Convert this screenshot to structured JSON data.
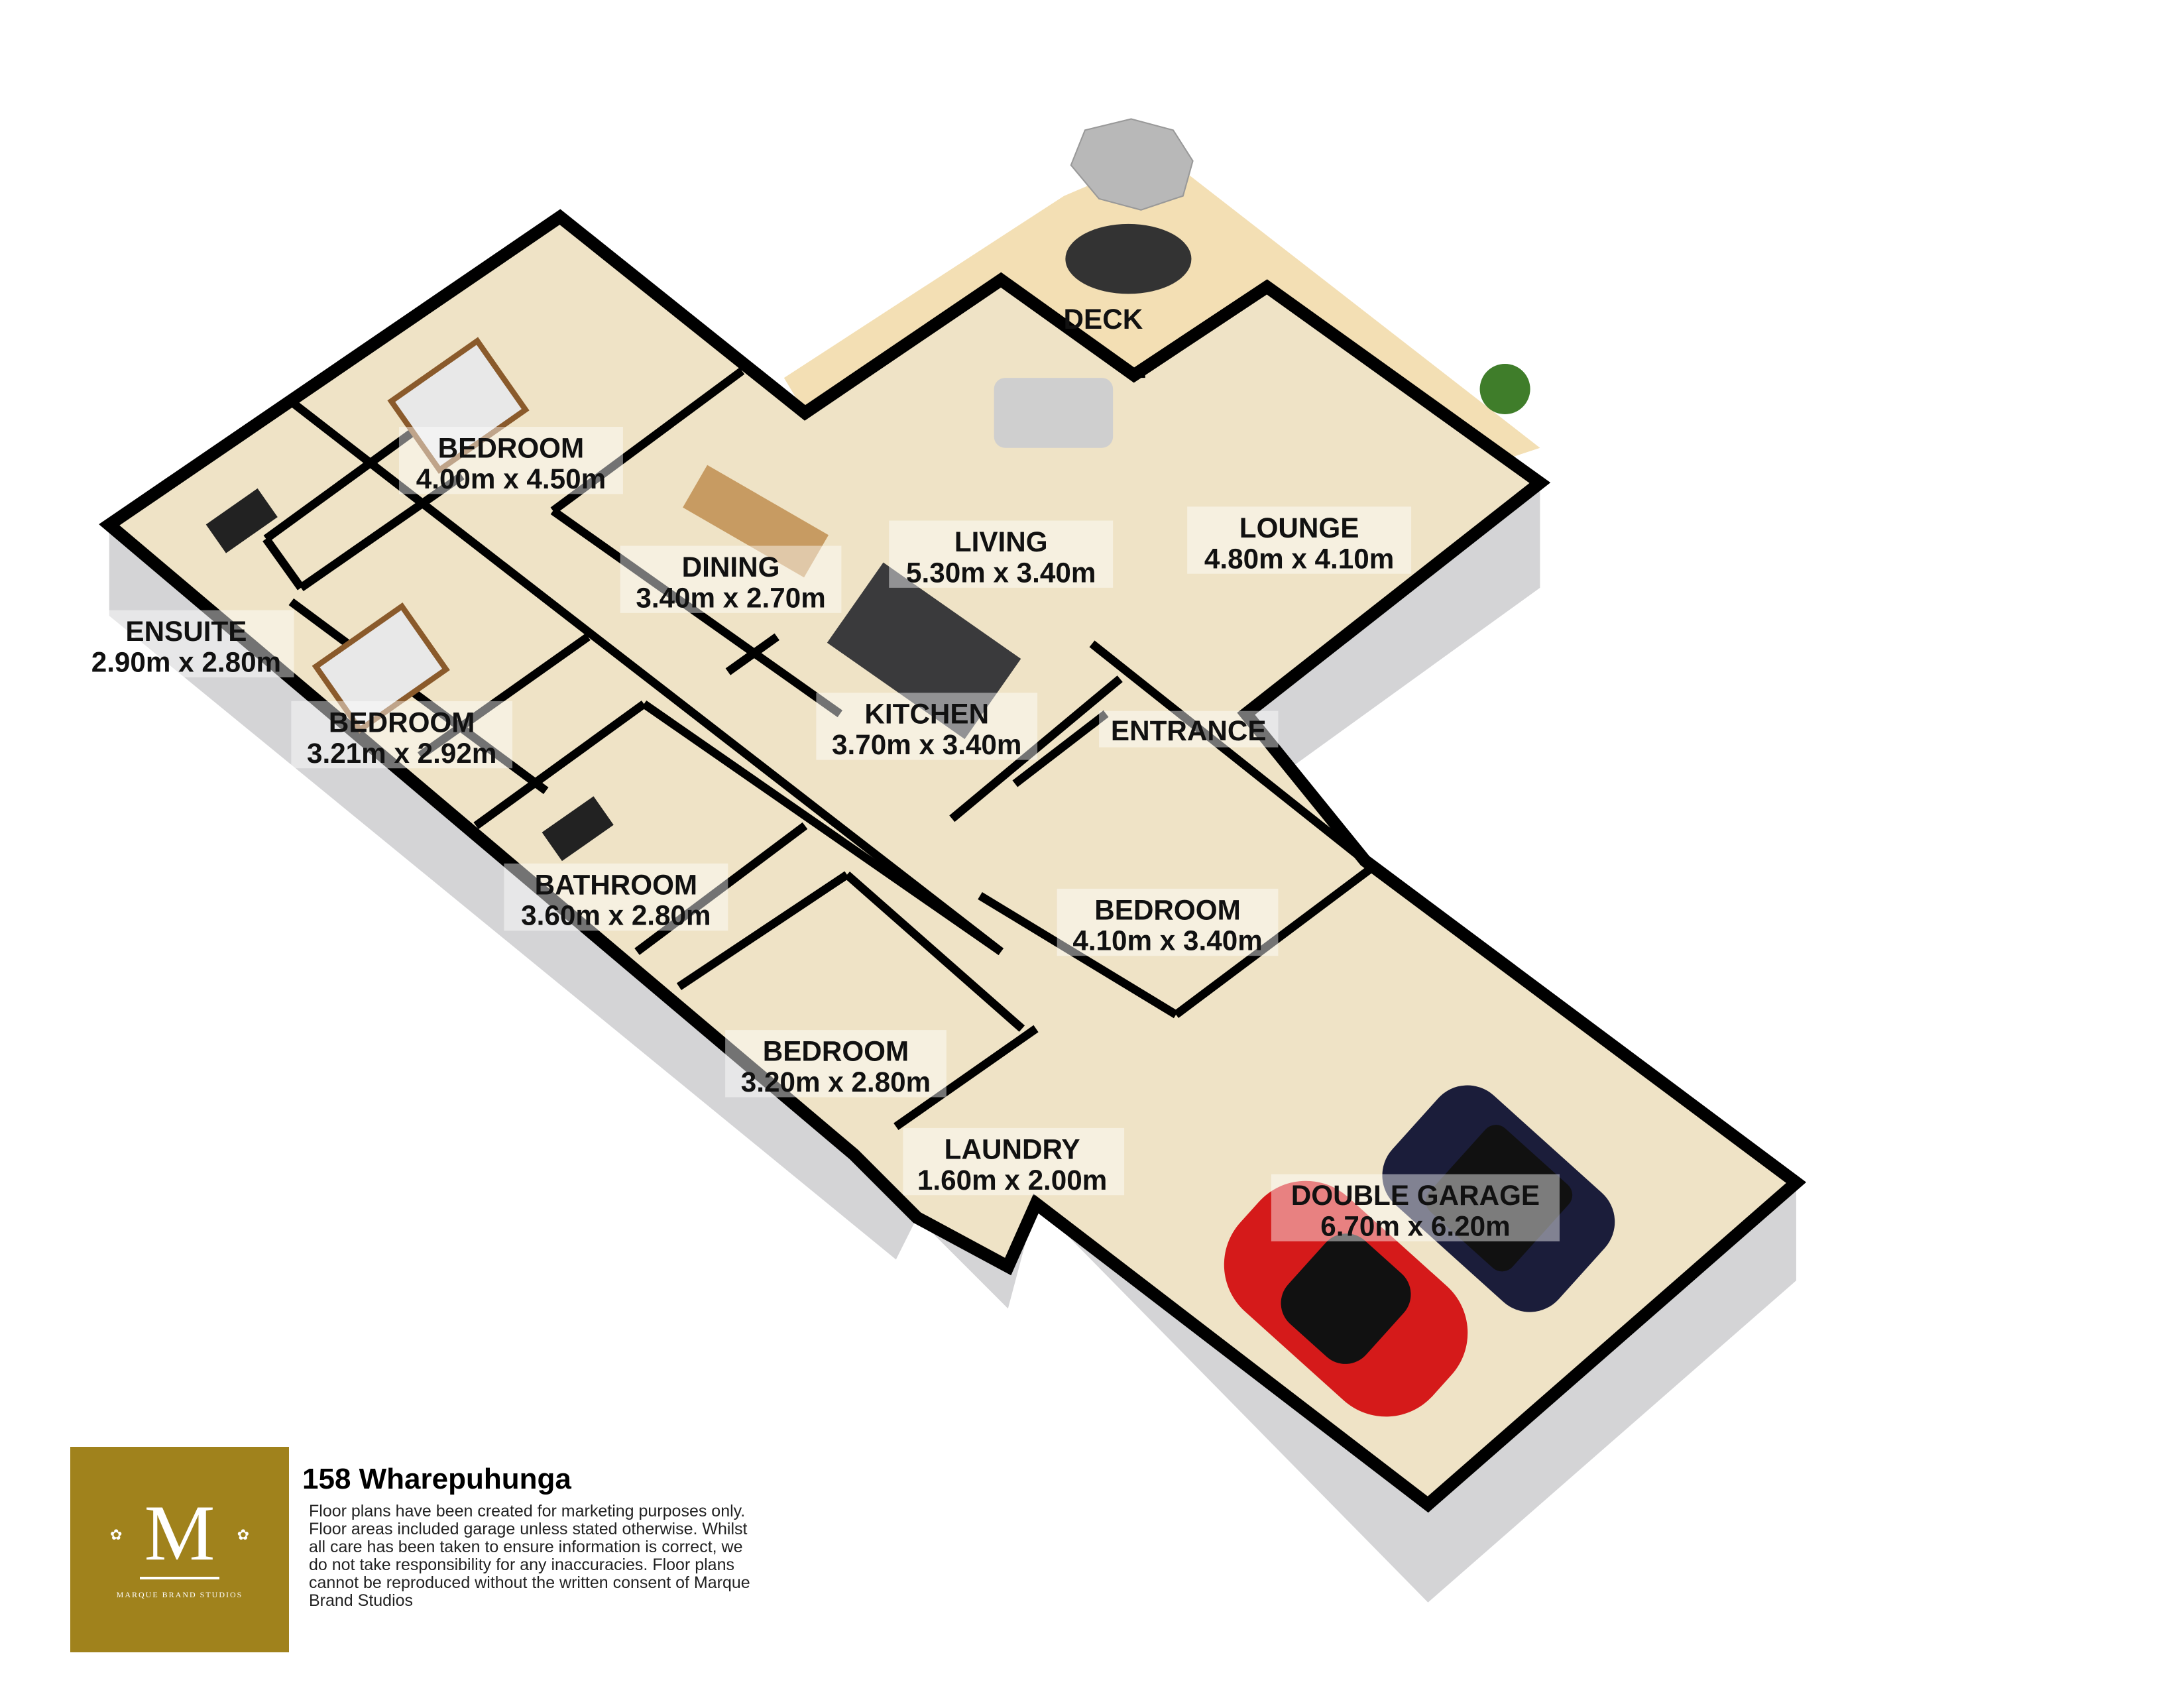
{
  "property": {
    "title": "158 Wharepuhunga",
    "disclaimer": "Floor plans have been created for marketing purposes only. Floor areas included garage unless stated otherwise. Whilst all care has been taken to ensure information is correct, we do not take responsibility for any inaccuracies. Floor plans cannot be reproduced without the written consent of Marque Brand Studios"
  },
  "logo": {
    "letter": "M",
    "studio": "MARQUE BRAND STUDIOS",
    "color": "#a0821c"
  },
  "rooms": {
    "bedroom_master": {
      "name": "BEDROOM",
      "size": "4.00m x 4.50m"
    },
    "ensuite": {
      "name": "ENSUITE",
      "size": "2.90m x 2.80m"
    },
    "bedroom_2": {
      "name": "BEDROOM",
      "size": "3.21m x 2.92m"
    },
    "dining": {
      "name": "DINING",
      "size": "3.40m x 2.70m"
    },
    "living": {
      "name": "LIVING",
      "size": "5.30m x 3.40m"
    },
    "lounge": {
      "name": "LOUNGE",
      "size": "4.80m x 4.10m"
    },
    "kitchen": {
      "name": "KITCHEN",
      "size": "3.70m x 3.40m"
    },
    "entrance": {
      "name": "ENTRANCE"
    },
    "bathroom": {
      "name": "BATHROOM",
      "size": "3.60m x 2.80m"
    },
    "bedroom_3": {
      "name": "BEDROOM",
      "size": "4.10m x 3.40m"
    },
    "bedroom_4": {
      "name": "BEDROOM",
      "size": "3.20m x 2.80m"
    },
    "laundry": {
      "name": "LAUNDRY",
      "size": "1.60m x 2.00m"
    },
    "garage": {
      "name": "DOUBLE GARAGE",
      "size": "6.70m x 6.20m"
    },
    "deck": {
      "name": "DECK"
    }
  },
  "colors": {
    "floor": "#efe3c6",
    "deck": "#f3dfb4",
    "wall": "#c9c9cb",
    "outline": "#000000"
  }
}
